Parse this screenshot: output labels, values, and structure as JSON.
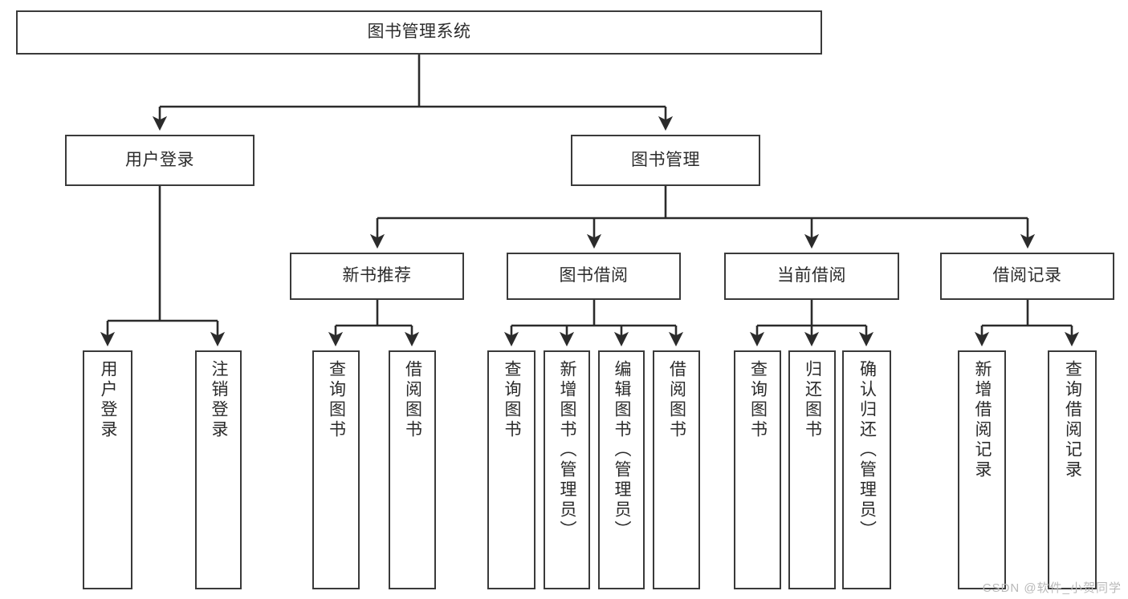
{
  "diagram": {
    "title": "图书管理系统",
    "type": "functional-decomposition-tree",
    "watermark": "CSDN @软件_小贺同学",
    "colors": {
      "box_border": "#3a3a3a",
      "box_fill": "#ffffff",
      "connector": "#2b2b2b",
      "text": "#2b2b2b",
      "watermark": "#b9b9b9"
    },
    "levels": {
      "root": {
        "label": "图书管理系统"
      },
      "level2": [
        {
          "id": "user-login",
          "label": "用户登录"
        },
        {
          "id": "book-management",
          "label": "图书管理"
        }
      ],
      "level3": [
        {
          "id": "new-book-recommend",
          "label": "新书推荐"
        },
        {
          "id": "book-borrow",
          "label": "图书借阅"
        },
        {
          "id": "current-borrow",
          "label": "当前借阅"
        },
        {
          "id": "borrow-record",
          "label": "借阅记录"
        }
      ],
      "leaves": {
        "user-login": [
          {
            "id": "leaf-user-login",
            "label": "用户登录"
          },
          {
            "id": "leaf-logout-login",
            "label": "注销登录"
          }
        ],
        "new-book-recommend": [
          {
            "id": "leaf-query-book-1",
            "label": "查询图书"
          },
          {
            "id": "leaf-borrow-book-1",
            "label": "借阅图书"
          }
        ],
        "book-borrow": [
          {
            "id": "leaf-query-book-2",
            "label": "查询图书"
          },
          {
            "id": "leaf-add-book",
            "label": "新增图书（管理员）"
          },
          {
            "id": "leaf-edit-book",
            "label": "编辑图书（管理员）"
          },
          {
            "id": "leaf-borrow-book-2",
            "label": "借阅图书"
          }
        ],
        "current-borrow": [
          {
            "id": "leaf-query-book-3",
            "label": "查询图书"
          },
          {
            "id": "leaf-return-book",
            "label": "归还图书"
          },
          {
            "id": "leaf-confirm-return",
            "label": "确认归还（管理员）"
          }
        ],
        "borrow-record": [
          {
            "id": "leaf-add-record",
            "label": "新增借阅记录"
          },
          {
            "id": "leaf-query-record",
            "label": "查询借阅记录"
          }
        ]
      }
    }
  }
}
